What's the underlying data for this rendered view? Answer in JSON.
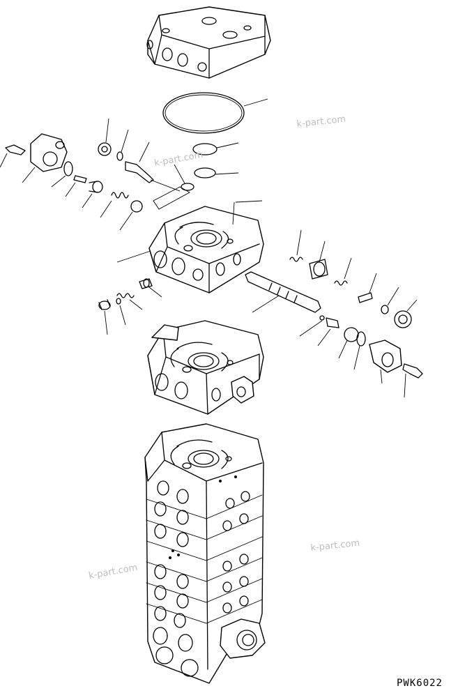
{
  "diagram": {
    "drawing_number": "PWK6022",
    "watermarks": [
      "k-part.com",
      "k-part.com",
      "k-part.com",
      "k-part.com"
    ]
  }
}
